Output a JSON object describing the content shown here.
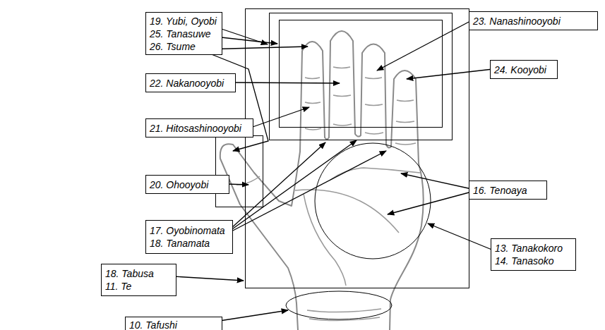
{
  "diagram": {
    "nodes": [
      {
        "text": [
          "19. Yubi, Oyobi",
          "25. Tanasuwe",
          "26. Tsume"
        ]
      },
      {
        "text": [
          "23. Nanashinooyobi"
        ]
      },
      {
        "text": [
          "22. Nakanooyobi"
        ]
      },
      {
        "text": [
          "24. Kooyobi"
        ]
      },
      {
        "text": [
          "21. Hitosashinooyobi"
        ]
      },
      {
        "text": [
          "16. Tenoaya"
        ]
      },
      {
        "text": [
          "20. Ohooyobi"
        ]
      },
      {
        "text": [
          "17. Oyobinomata",
          "18. Tanamata"
        ]
      },
      {
        "text": [
          "13. Tanakokoro",
          "14. Tanasoko"
        ]
      },
      {
        "text": [
          "18. Tabusa",
          "11. Te"
        ]
      },
      {
        "text": [
          "10. Tafushi"
        ]
      }
    ]
  }
}
